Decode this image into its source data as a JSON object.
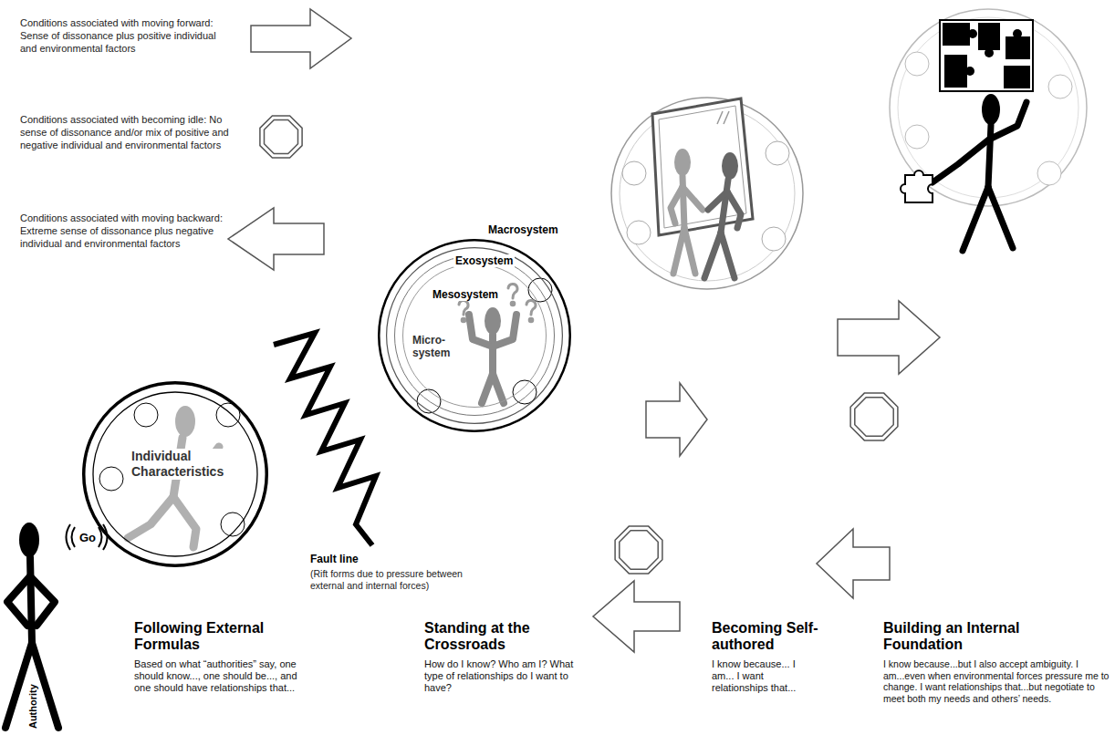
{
  "diagram": {
    "nodes": [
      {
        "text": [
          "Individual Characteristics"
        ]
      },
      {
        "text": [
          "Macrosystem"
        ]
      },
      {
        "text": [
          "Exosystem"
        ],
        "in": 1
      },
      {
        "text": [
          "Mesosystem"
        ],
        "in": 2
      },
      {
        "text": [
          "Micro-system"
        ],
        "in": 3
      }
    ],
    "labels": [
      "Go",
      "Authority",
      "Fault line",
      "(Rift forms due to pressure between external and internal forces)",
      "Following External Formulas",
      "Based on what “authorities” say, one should know..., one should be..., and one should have relationships that...",
      "Standing at the Crossroads",
      "How do I know? Who am I? What type of relationships do I want to have?",
      "Becoming Self-authored",
      "I know because... I am... I want relationships that...",
      "Building an Internal Foundation",
      "I know because...but I also accept ambiguity. I am...even when environmental forces pressure me to change. I want relationships that...but negotiate to meet both my needs and others’ needs."
    ],
    "legend": [
      {
        "text": "Conditions associated with moving forward: Sense of dissonance plus positive individual and environmental factors"
      },
      {
        "text": "Conditions associated with becoming idle: No sense of dissonance and/or mix of positive and negative individual and environmental factors"
      },
      {
        "text": "Conditions associated with moving backward: Extreme sense of dissonance plus negative individual and environmental factors"
      }
    ]
  }
}
